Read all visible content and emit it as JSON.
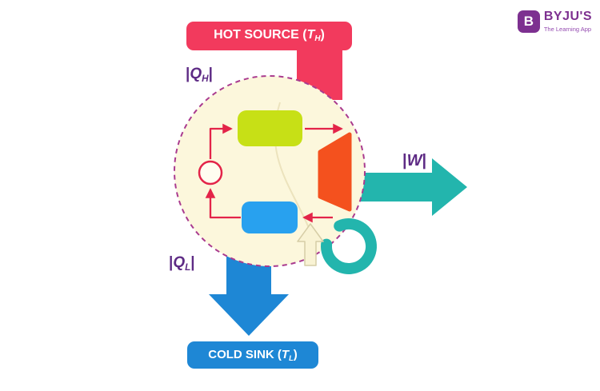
{
  "logo": {
    "mark": "B",
    "brand": "BYJU'S",
    "tagline": "The Learning App"
  },
  "hot_source": {
    "prefix": "HOT SOURCE (",
    "symbol": "T",
    "subscript": "H",
    "suffix": ")"
  },
  "cold_sink": {
    "prefix": "COLD SINK (",
    "symbol": "T",
    "subscript": "L",
    "suffix": ")"
  },
  "heat_input_label": {
    "pre": "|",
    "symbol": "Q",
    "subscript": "H",
    "post": "|"
  },
  "heat_rejected_label": {
    "pre": "|",
    "symbol": "Q",
    "subscript": "L",
    "post": "|"
  },
  "work_label": {
    "pre": "|",
    "symbol": "W",
    "post": "|"
  },
  "colors": {
    "hot_source_pink": "#f23a5d",
    "cycle_arrow_red": "#e32449",
    "cold_sink_blue": "#1e87d5",
    "work_teal": "#23b5ad",
    "label_purple": "#5e2b85",
    "engine_circle_fill": "#fcf7dc",
    "engine_circle_border": "#aa3b8f",
    "boiler_green": "#c7e016",
    "condenser_blue": "#28a1ef",
    "turbine_orange": "#f4511e",
    "logo_purple": "#7d3090"
  }
}
